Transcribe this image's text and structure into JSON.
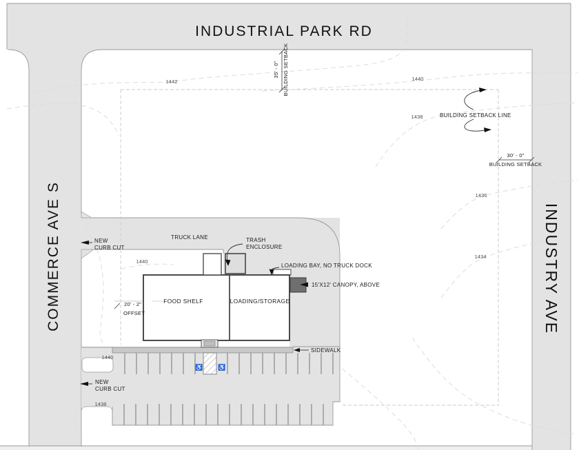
{
  "roads": {
    "top": "INDUSTRIAL PARK RD",
    "left": "COMMERCE AVE S",
    "right": "INDUSTRY AVE"
  },
  "building": {
    "left_unit": "FOOD SHELF",
    "right_unit": "LOADING/STORAGE"
  },
  "site": {
    "truck_lane": "TRUCK LANE",
    "trash_l1": "TRASH",
    "trash_l2": "ENCLOSURE",
    "loading_bay": "LOADING BAY, NO TRUCK DOCK",
    "canopy": "15'X12' CANOPY, ABOVE",
    "sidewalk": "SIDEWALK",
    "curb_l1": "NEW",
    "curb_l2": "CURB CUT"
  },
  "setback": {
    "line_label": "BUILDING SETBACK LINE",
    "top": {
      "dim": "35' - 0\"",
      "label": "BUILDING SETBACK"
    },
    "right": {
      "dim": "30' - 0\"",
      "label": "BUILDING SETBACK"
    }
  },
  "offset": {
    "dim": "20' - 2\"",
    "label": "OFFSET"
  },
  "contours": {
    "v1442": "1442",
    "v1440": "1440",
    "v1438": "1438",
    "v1436": "1436",
    "v1434": "1434"
  },
  "icons": {
    "accessible": "♿"
  },
  "colors": {
    "road_fill": "#e3e3e3",
    "road_edge": "#9a9a9a",
    "sidewalk_fill": "#c9c9c9",
    "canopy_fill": "#6f6f6f",
    "contour": "#dcdcdc",
    "setback_dash": "#c9c9c9"
  }
}
